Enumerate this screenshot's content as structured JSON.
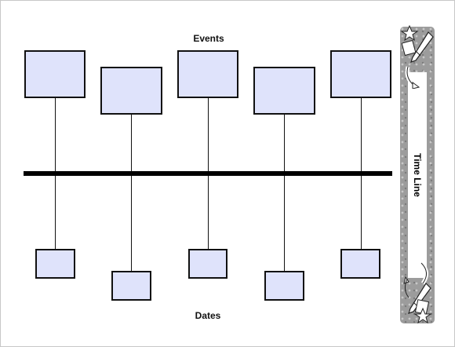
{
  "diagram": {
    "events_heading": "Events",
    "dates_heading": "Dates",
    "side_title": "Time Line"
  },
  "colors": {
    "box_fill": "#dfe3fb",
    "outline": "#111111",
    "banner": "#9c9c9c"
  },
  "icons": [
    "pencil-star-icon",
    "pencil-star-icon"
  ]
}
